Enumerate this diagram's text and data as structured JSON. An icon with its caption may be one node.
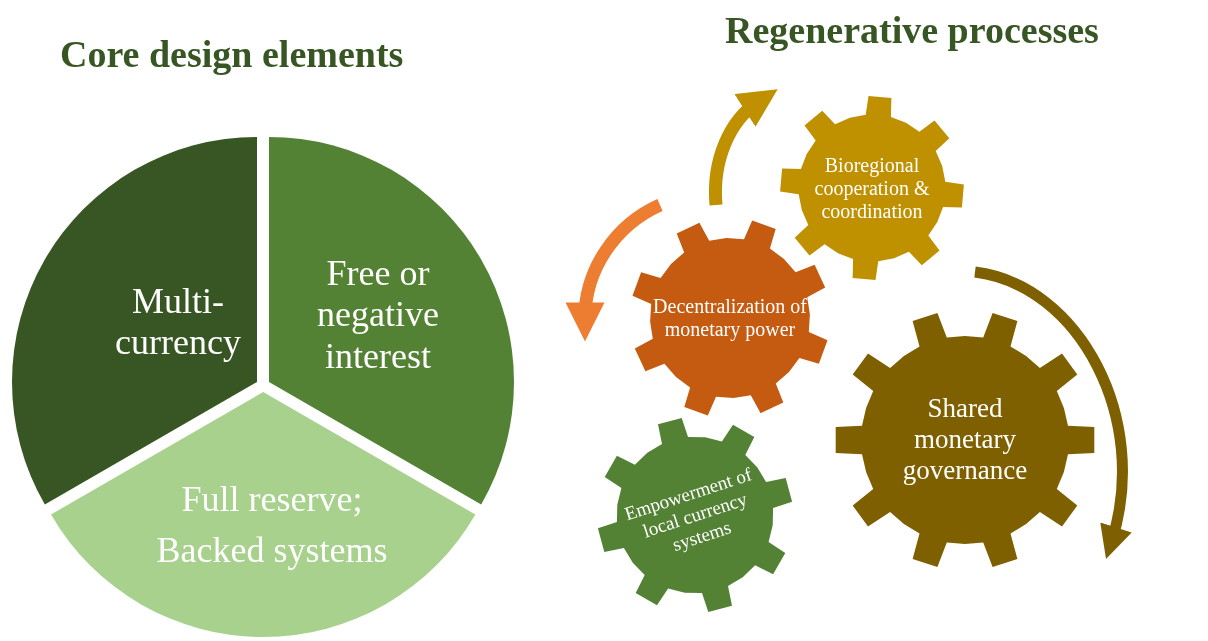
{
  "diagram": {
    "nodes": [
      {
        "text": [
          "Multi-currency"
        ]
      },
      {
        "text": [
          "Free or negative interest"
        ]
      },
      {
        "text": [
          "Full reserve;",
          "Backed systems"
        ]
      },
      {
        "text": [
          "Bioregional cooperation & coordination"
        ]
      },
      {
        "text": [
          "Decentralization of monetary power"
        ]
      },
      {
        "text": [
          "Shared monetary governance"
        ]
      },
      {
        "text": [
          "Empowerment of local currency systems"
        ]
      }
    ],
    "labels": [
      "Core design elements",
      "Regenerative processes"
    ]
  }
}
